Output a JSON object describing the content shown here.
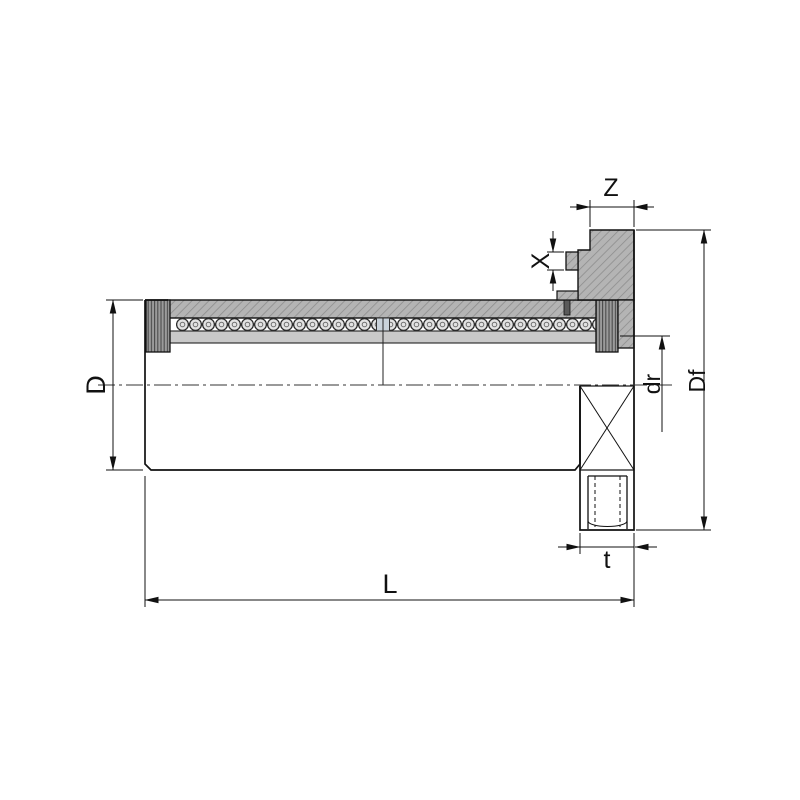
{
  "drawing": {
    "type": "flanged-linear-bushing-cross-section",
    "dimensions": {
      "z": "Z",
      "x": "X",
      "d": "D",
      "dr": "dr",
      "df": "Df",
      "t": "t",
      "l": "L"
    },
    "colors": {
      "section_gray": "#b4b4b4",
      "seal_gray": "#9b9b9b",
      "retainer_gray": "#c9c9c9",
      "line": "#111111",
      "background": "#ffffff"
    }
  }
}
